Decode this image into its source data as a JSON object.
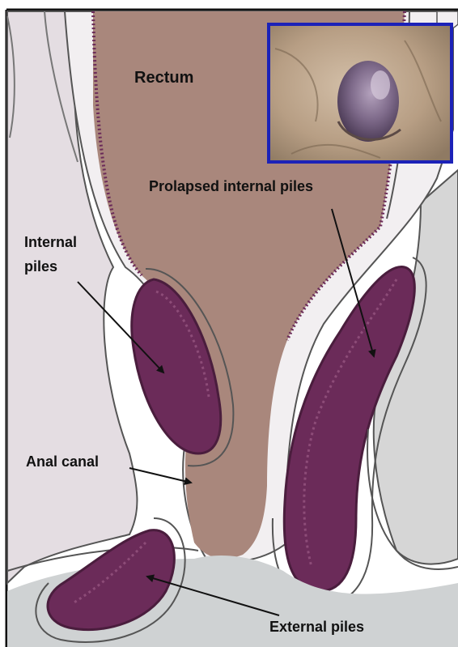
{
  "labels": {
    "rectum": "Rectum",
    "prolapsed_internal_piles": "Prolapsed internal piles",
    "internal_piles_line1": "Internal",
    "internal_piles_line2": "piles",
    "anal_canal": "Anal canal",
    "external_piles": "External piles"
  },
  "colors": {
    "rectum": "#a9877c",
    "pile_dark": "#6b2b59",
    "pile_light": "#8d4c78",
    "left_tissue": "#e4dde2",
    "right_tissue": "#d6d6d6",
    "bottom_tissue": "#cfd2d3",
    "inset_border": "#1c22b8"
  },
  "inset": {
    "description_icon": "photo-inset-icon"
  }
}
